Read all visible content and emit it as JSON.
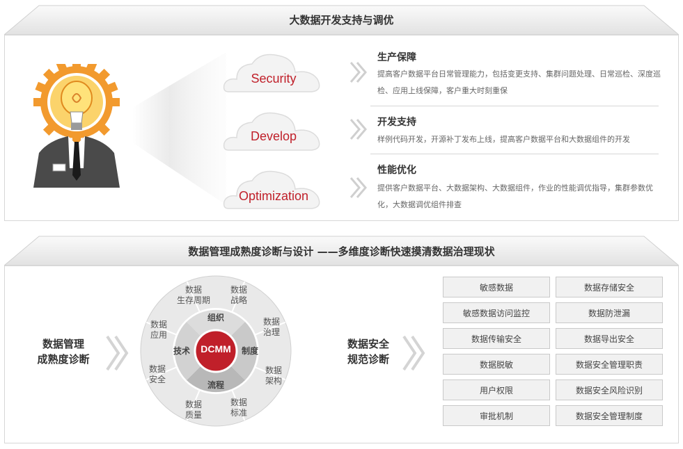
{
  "section1": {
    "title": "大数据开发支持与调优",
    "clouds": [
      {
        "label": "Security"
      },
      {
        "label": "Develop"
      },
      {
        "label": "Optimization"
      }
    ],
    "items": [
      {
        "title": "生产保障",
        "desc": "提高客户数据平台日常管理能力，包括变更支持、集群问题处理、日常巡检、深度巡检、应用上线保障，客户重大时刻重保"
      },
      {
        "title": "开发支持",
        "desc": "样例代码开发，开源补丁发布上线，提高客户数据平台和大数据组件的开发"
      },
      {
        "title": "性能优化",
        "desc": "提供客户数据平台、大数据架构、大数据组件，作业的性能调优指导，集群参数优化，大数据调优组件排查"
      }
    ]
  },
  "section2": {
    "title": "数据管理成熟度诊断与设计 ——多维度诊断快速摸清数据治理现状",
    "left_label_1": "数据管理",
    "left_label_2": "成熟度诊断",
    "right_label_1": "数据安全",
    "right_label_2": "规范诊断",
    "dcmm": {
      "center": "DCMM",
      "inner": {
        "top": "组织",
        "left": "技术",
        "right": "制度",
        "bottom": "流程"
      },
      "outer": [
        {
          "l1": "数据",
          "l2": "战略"
        },
        {
          "l1": "数据",
          "l2": "治理"
        },
        {
          "l1": "数据",
          "l2": "架构"
        },
        {
          "l1": "数据",
          "l2": "标准"
        },
        {
          "l1": "数据",
          "l2": "质量"
        },
        {
          "l1": "数据",
          "l2": "安全"
        },
        {
          "l1": "数据",
          "l2": "应用"
        },
        {
          "l1": "数据",
          "l2": "生存周期"
        }
      ]
    },
    "grid": [
      [
        "敏感数据",
        "数据存储安全"
      ],
      [
        "敏感数据访问监控",
        "数据防泄漏"
      ],
      [
        "数据传输安全",
        "数据导出安全"
      ],
      [
        "数据脱敏",
        "数据安全管理职责"
      ],
      [
        "用户权限",
        "数据安全风险识别"
      ],
      [
        "审批机制",
        "数据安全管理制度"
      ]
    ]
  },
  "colors": {
    "accent": "#c0202a",
    "bulb": "#f29a2e",
    "suit": "#4a4a4a"
  },
  "icons": [
    "lightbulb-person-icon",
    "cloud-icon",
    "chevron-right-icon"
  ]
}
